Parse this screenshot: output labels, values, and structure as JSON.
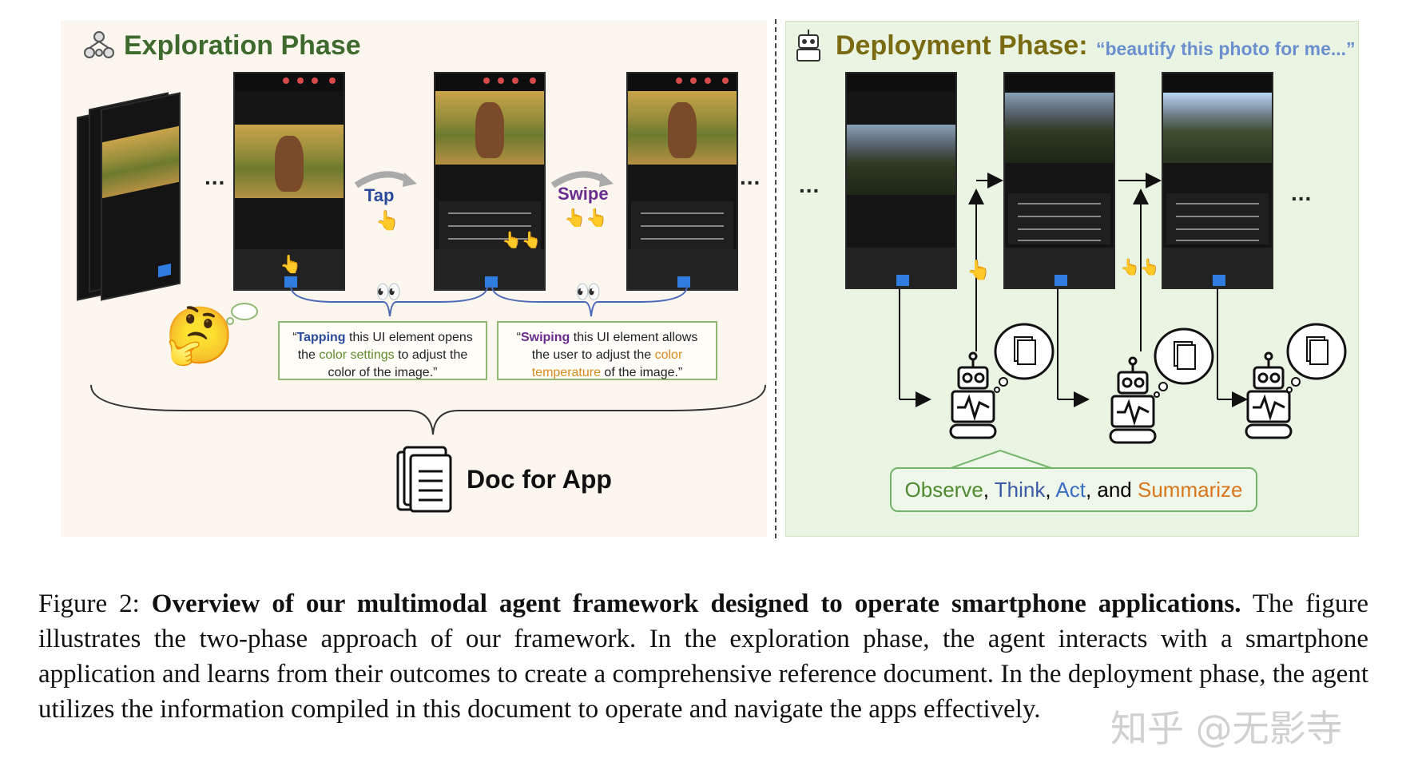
{
  "exploration": {
    "title": "Exploration Phase",
    "tap_label": "Tap",
    "swipe_label": "Swipe",
    "tap_note": {
      "pre": "“",
      "action": "Tapping",
      "mid1": " this UI element opens the ",
      "highlight": "color settings",
      "post": " to adjust the color of the image.”"
    },
    "swipe_note": {
      "pre": "“",
      "action": "Swiping",
      "mid1": " this UI element allows the user to adjust the ",
      "highlight": "color temperature",
      "post": " of the image.”"
    },
    "doc_label": "Doc for App",
    "ellipsis": "..."
  },
  "deployment": {
    "title": "Deployment Phase:",
    "quote": "“beautify this photo for me...”",
    "ellipsis": "...",
    "steps": {
      "observe": "Observe",
      "sep1": ", ",
      "think": "Think",
      "sep2": ", ",
      "act": "Act",
      "sep3": ", and ",
      "summarize": "Summarize"
    }
  },
  "colors": {
    "exploration_title": "#3e6b2d",
    "deployment_title": "#7a6a12",
    "tap_blue": "#2a4a9c",
    "swipe_purple": "#6a2d8f",
    "highlight_orange": "#d98a1c",
    "highlight_green": "#5e8a2a",
    "observe": "#4f8a2f",
    "think": "#3a5aa8",
    "act": "#3a6ec4",
    "summarize": "#d9761c"
  },
  "caption": {
    "label": "Figure 2: ",
    "bold": "Overview of our multimodal agent framework designed to operate smartphone applications.",
    "text": " The figure illustrates the two-phase approach of our framework. In the exploration phase, the agent interacts with a smartphone application and learns from their outcomes to create a comprehensive reference document. In the deployment phase, the agent utilizes the information compiled in this document to operate and navigate the apps effectively."
  },
  "watermark": "知乎 @无影寺"
}
